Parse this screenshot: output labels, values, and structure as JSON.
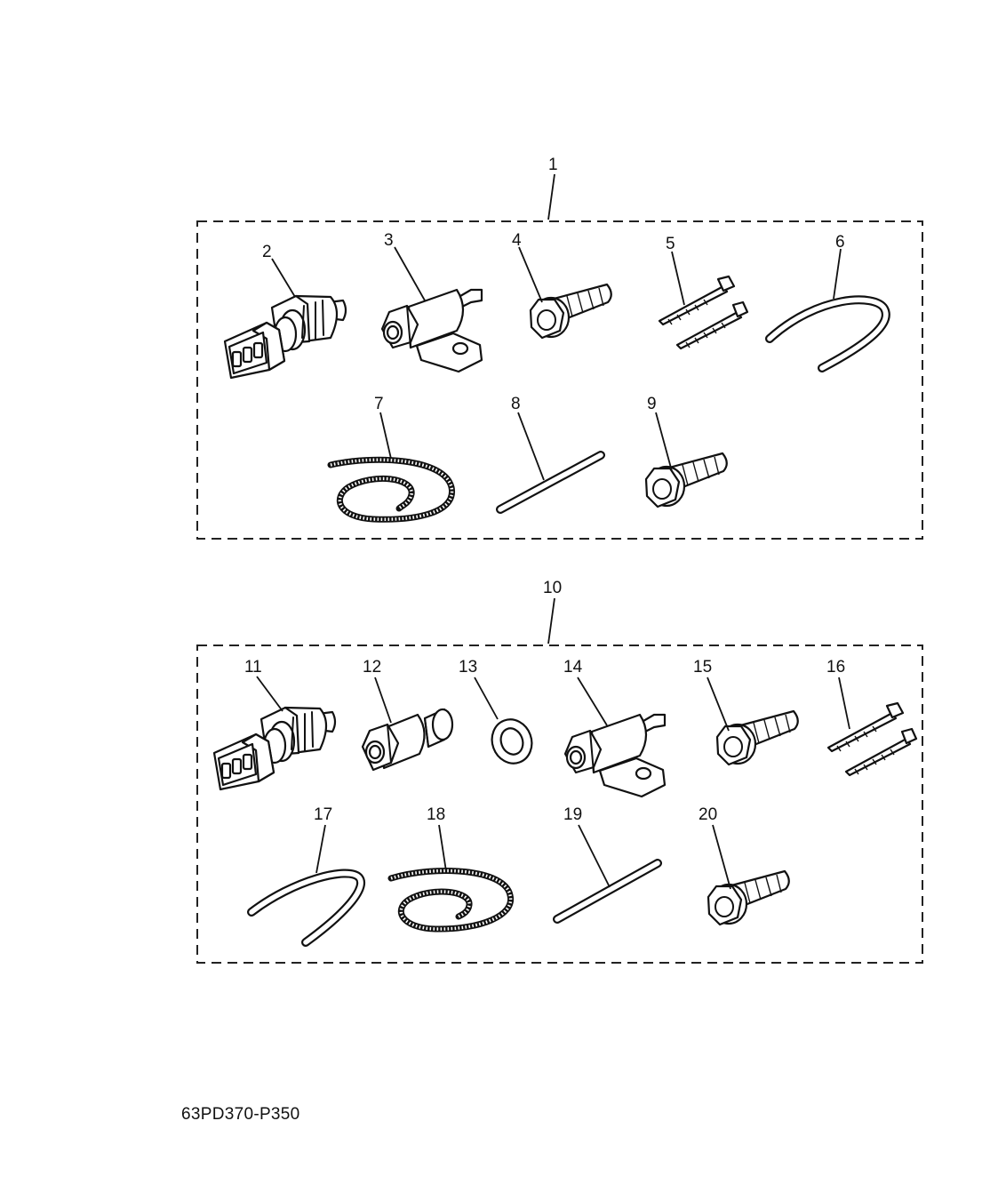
{
  "kits": [
    {
      "callout": "1",
      "parts": [
        {
          "callout": "2",
          "part": "pressure-sensor"
        },
        {
          "callout": "3",
          "part": "joint-bracket"
        },
        {
          "callout": "4",
          "part": "bolt"
        },
        {
          "callout": "5",
          "part": "cable-tie"
        },
        {
          "callout": "6",
          "part": "hose"
        },
        {
          "callout": "7",
          "part": "protector-coil"
        },
        {
          "callout": "8",
          "part": "tube"
        },
        {
          "callout": "9",
          "part": "bolt"
        }
      ]
    },
    {
      "callout": "10",
      "parts": [
        {
          "callout": "11",
          "part": "pressure-sensor"
        },
        {
          "callout": "12",
          "part": "adapter"
        },
        {
          "callout": "13",
          "part": "washer"
        },
        {
          "callout": "14",
          "part": "joint-bracket"
        },
        {
          "callout": "15",
          "part": "bolt"
        },
        {
          "callout": "16",
          "part": "cable-tie"
        },
        {
          "callout": "17",
          "part": "hose"
        },
        {
          "callout": "18",
          "part": "protector-coil"
        },
        {
          "callout": "19",
          "part": "tube"
        },
        {
          "callout": "20",
          "part": "bolt"
        }
      ]
    }
  ],
  "drawing_code": "63PD370-P350"
}
